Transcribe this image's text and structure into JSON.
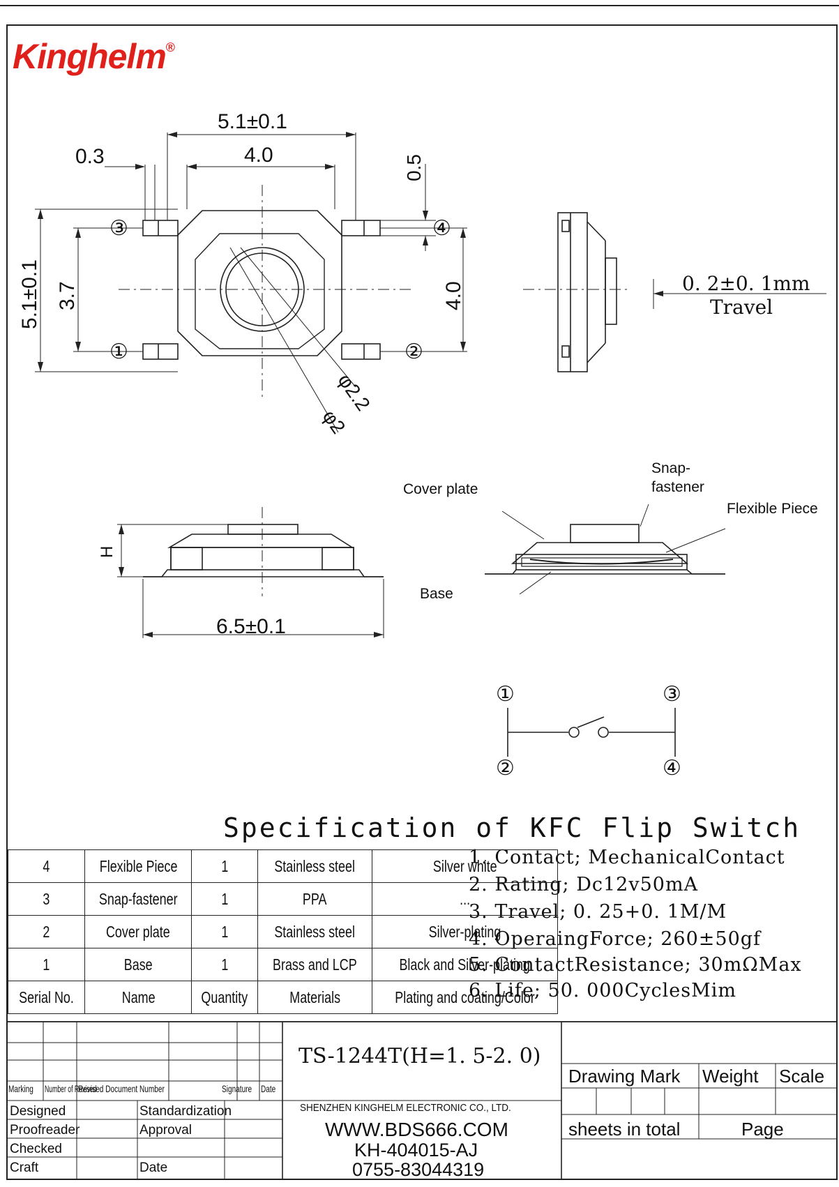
{
  "logo": {
    "text": "Kinghelm",
    "mark": "®",
    "color": "#e0201b"
  },
  "top_view": {
    "dim_width_outer": "5.1±0.1",
    "dim_width_inner": "4.0",
    "dim_pin_width": "0.3",
    "dim_pin_thickness": "0.5",
    "dim_height_outer": "5.1±0.1",
    "dim_pin_pitch": "3.7",
    "dim_height_inner": "4.0",
    "dim_dia_outer": "φ2.2",
    "dim_dia_inner": "φ2",
    "pins": [
      "③",
      "④",
      "①",
      "②"
    ]
  },
  "side_view": {
    "travel_value": "0. 2±0. 1mm",
    "travel_label": "Travel"
  },
  "front_view": {
    "dim_length": "6.5±0.1",
    "dim_height": "H"
  },
  "section_view": {
    "labels": {
      "cover_plate": "Cover plate",
      "snap_fastener_1": "Snap-",
      "snap_fastener_2": "fastener",
      "flexible_piece": "Flexible Piece",
      "base": "Base"
    }
  },
  "schematic": {
    "pins": [
      "①",
      "③",
      "②",
      "④"
    ]
  },
  "spec": {
    "title": "Specification of KFC Flip Switch",
    "items": [
      "1. Contact; MechanicalContact",
      "2. Rating; Dc12v50mA",
      "3. Travel; 0. 25+0. 1M/M",
      "4. OperaingForce; 260±50gf",
      "5. ContactResistance; 30mΩMax",
      "6. Life; 50. 000CyclesMim"
    ]
  },
  "bom": {
    "rows": [
      [
        "4",
        "Flexible Piece",
        "1",
        "Stainless steel",
        "Silver white"
      ],
      [
        "3",
        "Snap-fastener",
        "1",
        "PPA",
        "..."
      ],
      [
        "2",
        "Cover plate",
        "1",
        "Stainless steel",
        "Silver-plating"
      ],
      [
        "1",
        "Base",
        "1",
        "Brass and LCP",
        "Black and Silver-plating"
      ]
    ],
    "header": [
      "Serial No.",
      "Name",
      "Quantity",
      "Materials",
      "Plating and coating/Color"
    ]
  },
  "title_block": {
    "part_number": "TS-1244T(H=1. 5-2. 0)",
    "revision_headers": [
      "Marking",
      "Number of Revised",
      "Revised Document Number",
      "Signature",
      "Date"
    ],
    "roles_left": [
      "Designed",
      "Proofreader",
      "Checked",
      "Craft"
    ],
    "roles_right": [
      "Standardization",
      "Approval",
      "",
      "Date"
    ],
    "company": "SHENZHEN KINGHELM ELECTRONIC CO., LTD.",
    "website": "WWW.BDS666.COM",
    "model": "KH-404015-AJ",
    "phone": "0755-83044319",
    "drawing_mark": "Drawing Mark",
    "weight": "Weight",
    "scale": "Scale",
    "sheets_total": "sheets in total",
    "page": "Page"
  }
}
